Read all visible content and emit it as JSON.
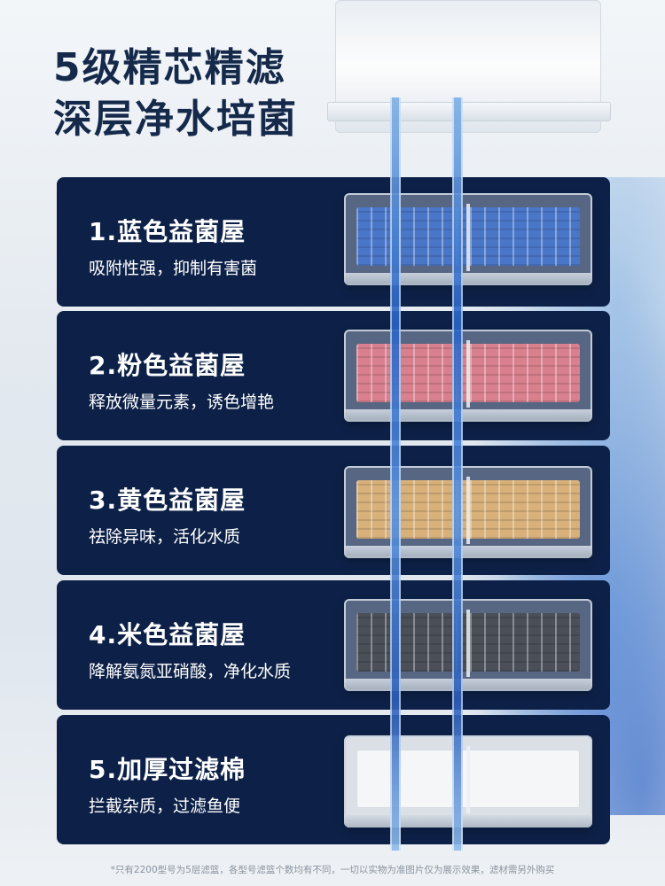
{
  "headline": {
    "line1": "5级精芯精滤",
    "line2": "深层净水培菌"
  },
  "layers": [
    {
      "title": "1.蓝色益菌屋",
      "desc": "吸附性强，抑制有害菌",
      "color": "#4a76c8"
    },
    {
      "title": "2.粉色益菌屋",
      "desc": "释放微量元素，诱色增艳",
      "color": "#d8808e"
    },
    {
      "title": "3.黄色益菌屋",
      "desc": "祛除异味，活化水质",
      "color": "#d8b07a"
    },
    {
      "title": "4.米色益菌屋",
      "desc": "降解氨氮亚硝酸，净化水质",
      "color": "#4a4f58"
    },
    {
      "title": "5.加厚过滤棉",
      "desc": "拦截杂质，过滤鱼便",
      "color": "#f4f6f8"
    }
  ],
  "footnote": "*只有2200型号为5层滤篮，各型号滤篮个数均有不同，一切以实物为准图片仅为展示效果，滤材需另外购买"
}
